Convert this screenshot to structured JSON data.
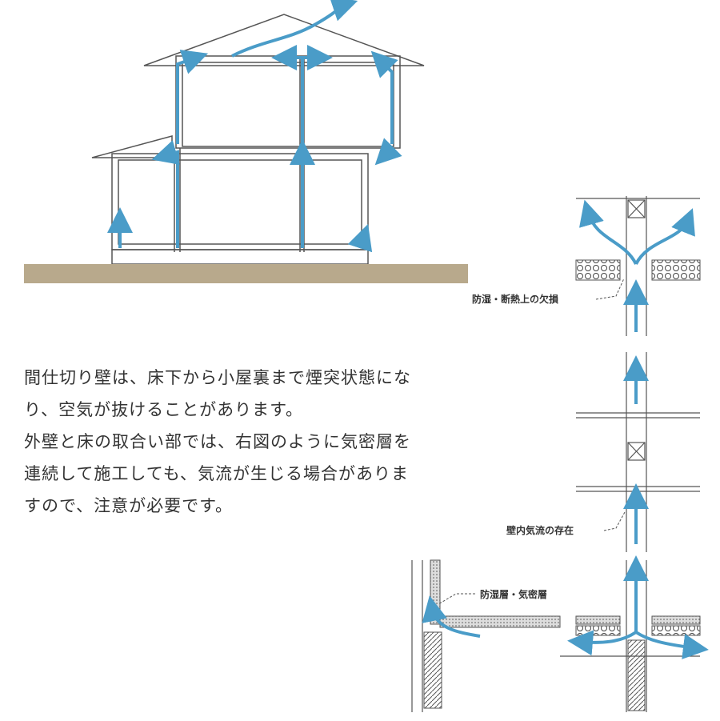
{
  "description_lines": [
    "間仕切り壁は、床下から小屋裏まで煙突状態にな",
    "り、空気が抜けることがあります。",
    "外壁と床の取合い部では、右図のように気密層を",
    "連続して施工しても、気流が生じる場合がありま",
    "すので、注意が必要です。"
  ],
  "labels": {
    "defect": "防湿・断熱上の欠損",
    "wall_airflow": "壁内気流の存在",
    "barrier": "防湿層・気密層"
  },
  "colors": {
    "airflow": "#4a9cc8",
    "ground": "#b8a98c",
    "line": "#555555"
  }
}
